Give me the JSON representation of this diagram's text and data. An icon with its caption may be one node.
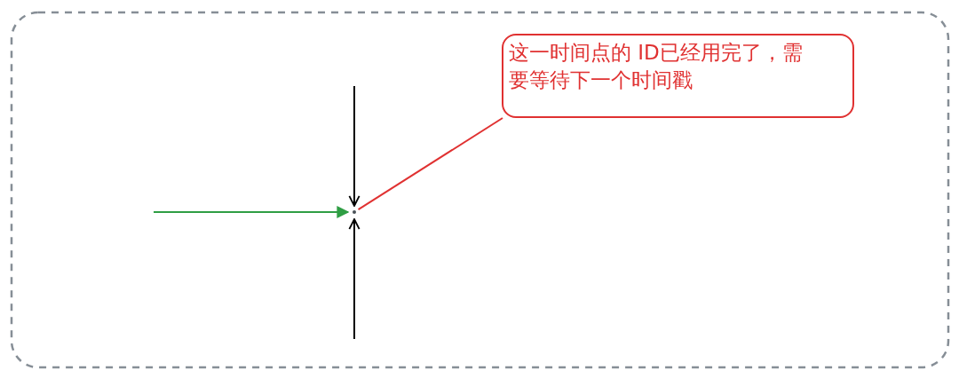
{
  "diagram": {
    "nodes": [
      {
        "text": [
          "这一时间点的 ID已经用完了，需要等待下一个时间戳"
        ]
      },
      {
        "text": [],
        "shape": "point"
      }
    ],
    "edges": [
      {
        "from": null,
        "to": 1,
        "arrow": "to",
        "color": "#2f9e44"
      },
      {
        "from": null,
        "to": 1,
        "arrow": "to"
      },
      {
        "from": null,
        "to": 1,
        "arrow": "to"
      },
      {
        "from": 0,
        "to": 1,
        "arrow": "none",
        "color": "#e03131"
      }
    ]
  }
}
